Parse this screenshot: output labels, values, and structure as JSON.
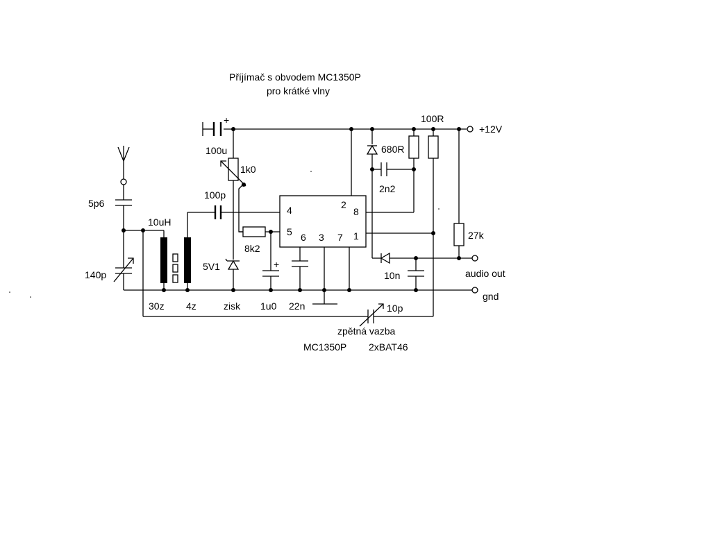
{
  "title": {
    "line1": "Příjímač s obvodem MC1350P",
    "line2": "pro krátké vlny"
  },
  "ic": {
    "pins": [
      "4",
      "2",
      "8",
      "5",
      "6",
      "3",
      "7",
      "1"
    ]
  },
  "labels": {
    "supply": "+12V",
    "c_100u": "100u",
    "c_100u_plus": "+",
    "pot_1k0": "1k0",
    "c_100p": "100p",
    "c_5p6": "5p6",
    "l_10uH": "10uH",
    "c_140p": "140p",
    "r_100R": "100R",
    "r_680R": "680R",
    "c_2n2": "2n2",
    "r_8k2": "8k2",
    "r_27k": "27k",
    "z_5V1": "5V1",
    "c_1u0_plus": "+",
    "c_10n": "10n",
    "audio_out": "audio  out",
    "gnd": "gnd",
    "w_30z": "30z",
    "w_4z": "4z",
    "zisk": "zisk",
    "c_1u0": "1u0",
    "c_22n": "22n",
    "c_10p": "10p",
    "feedback": "zpětná vazba",
    "part_ic": "MC1350P",
    "part_diodes": "2xBAT46"
  }
}
